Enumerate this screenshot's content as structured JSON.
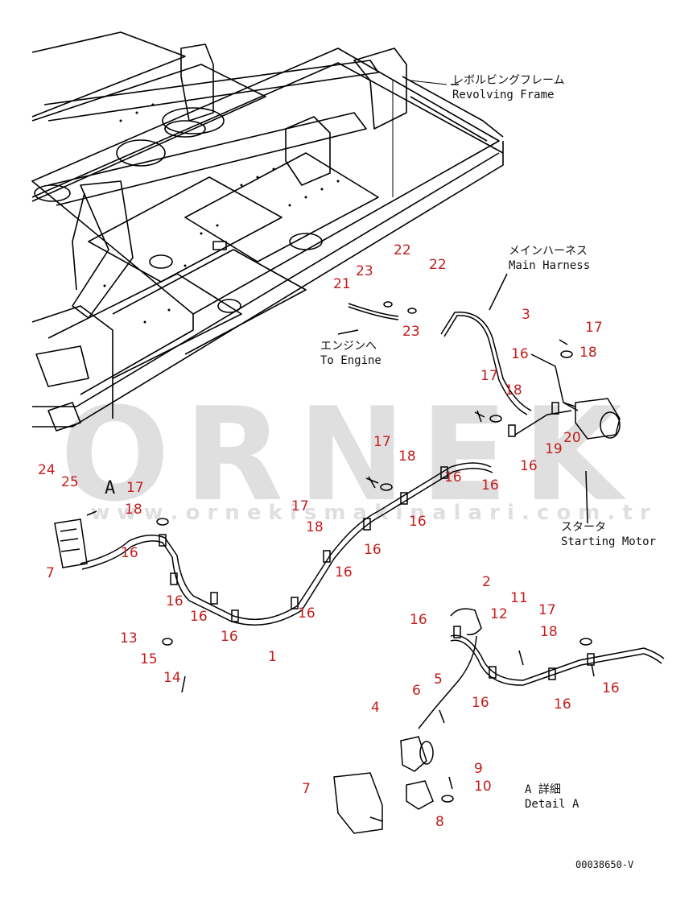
{
  "labels": {
    "revolving_frame_jp": "レボルビングフレーム",
    "revolving_frame_en": "Revolving Frame",
    "main_harness_jp": "メインハーネス",
    "main_harness_en": "Main Harness",
    "to_engine_jp": "エンジンへ",
    "to_engine_en": "To Engine",
    "starter_jp": "スタータ",
    "starter_en": "Starting Motor",
    "detail_jp": "A 詳細",
    "detail_en": "Detail A",
    "view_marker": "A",
    "drawing_number": "00038650-V"
  },
  "watermark": {
    "brand": "ORNEK",
    "url": "w w w . o r n e k i s m a k i n a l a r i . c o m . t r"
  },
  "callouts": {
    "c22a": "22",
    "c22b": "22",
    "c23a": "23",
    "c23b": "23",
    "c21": "21",
    "c3": "3",
    "c17a": "17",
    "c16a": "16",
    "c18a": "18",
    "c17b": "17",
    "c18b": "18",
    "c19": "19",
    "c20": "20",
    "c17c": "17",
    "c18c": "18",
    "c16b": "16",
    "c16c": "16",
    "c16d": "16",
    "c17d": "17",
    "c18d": "18",
    "c16e": "16",
    "c24": "24",
    "c25": "25",
    "c17e": "17",
    "c18e": "18",
    "c16f": "16",
    "c7a": "7",
    "c16g": "16",
    "c16h": "16",
    "c16i": "16",
    "c16j": "16",
    "c16k": "16",
    "c13": "13",
    "c15": "15",
    "c14": "14",
    "c1": "1",
    "c2": "2",
    "c16l": "16",
    "c12": "12",
    "c11": "11",
    "c17f": "17",
    "c18f": "18",
    "c5": "5",
    "c6": "6",
    "c16m": "16",
    "c16n": "16",
    "c16o": "16",
    "c4": "4",
    "c9": "9",
    "c10": "10",
    "c7b": "7",
    "c8": "8"
  }
}
